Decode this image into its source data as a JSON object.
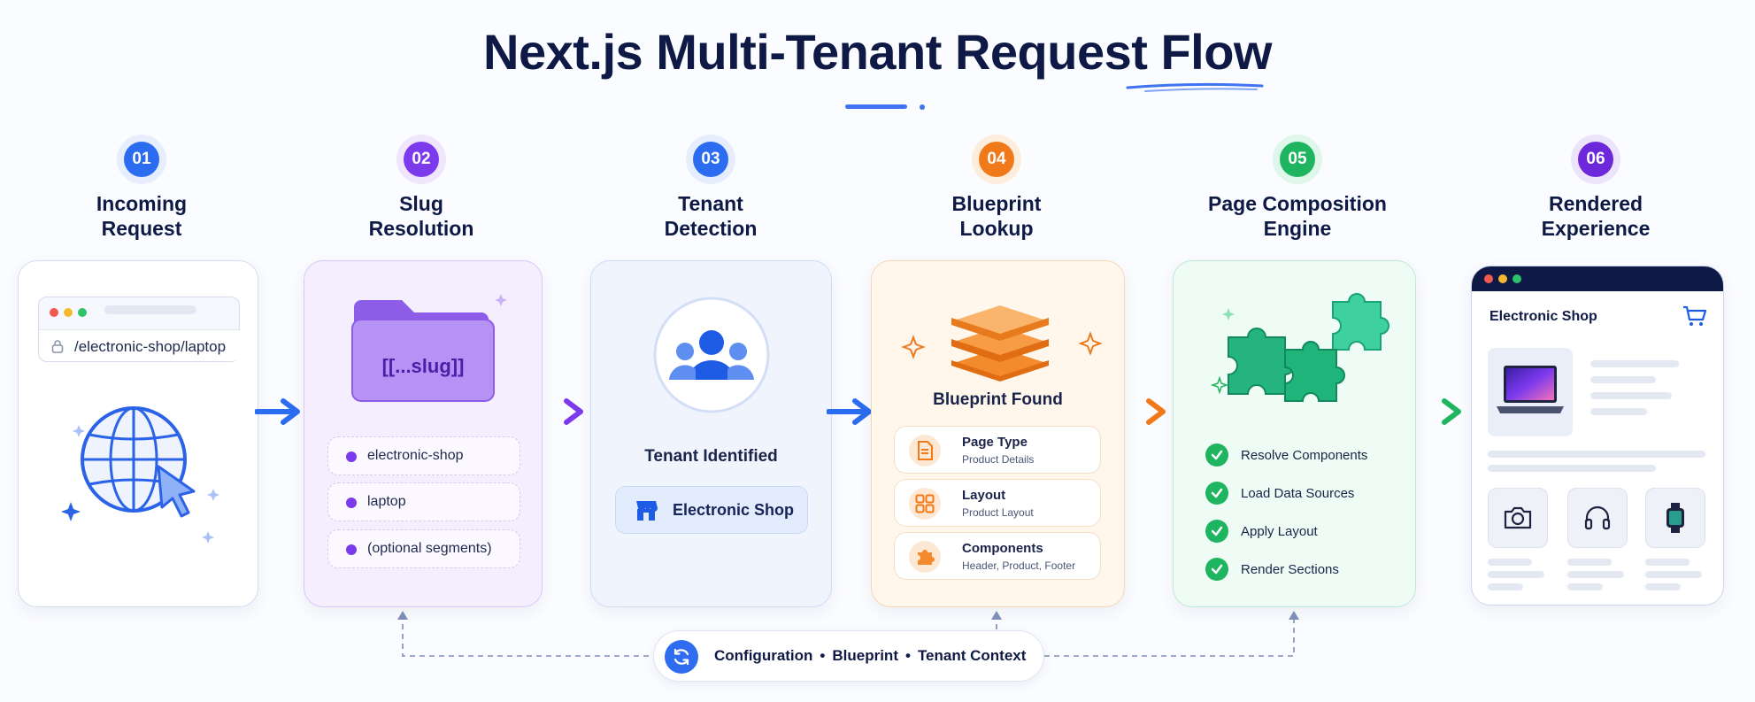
{
  "title": "Next.js Multi-Tenant Request Flow",
  "steps": [
    {
      "num": "01",
      "title_line1": "Incoming",
      "title_line2": "Request",
      "color": "#2b6cf0"
    },
    {
      "num": "02",
      "title_line1": "Slug",
      "title_line2": "Resolution",
      "color": "#7c3aed"
    },
    {
      "num": "03",
      "title_line1": "Tenant",
      "title_line2": "Detection",
      "color": "#2b6cf0"
    },
    {
      "num": "04",
      "title_line1": "Blueprint",
      "title_line2": "Lookup",
      "color": "#f07a1a"
    },
    {
      "num": "05",
      "title_line1": "Page Composition",
      "title_line2": "Engine",
      "color": "#1fb45f"
    },
    {
      "num": "06",
      "title_line1": "Rendered",
      "title_line2": "Experience",
      "color": "#6d28d9"
    }
  ],
  "incoming": {
    "url": "/electronic-shop/laptop"
  },
  "slug": {
    "folder_label": "[[...slug]]",
    "segments": [
      "electronic-shop",
      "laptop",
      "(optional segments)"
    ]
  },
  "tenant": {
    "status": "Tenant Identified",
    "name": "Electronic Shop"
  },
  "blueprint": {
    "status": "Blueprint Found",
    "rows": [
      {
        "title": "Page Type",
        "subtitle": "Product Details"
      },
      {
        "title": "Layout",
        "subtitle": "Product Layout"
      },
      {
        "title": "Components",
        "subtitle": "Header, Product, Footer"
      }
    ]
  },
  "composition": {
    "steps": [
      "Resolve Components",
      "Load Data Sources",
      "Apply Layout",
      "Render Sections"
    ]
  },
  "rendered": {
    "shop_title": "Electronic Shop"
  },
  "context": {
    "items": [
      "Configuration",
      "Blueprint",
      "Tenant Context"
    ],
    "separator": "•"
  }
}
